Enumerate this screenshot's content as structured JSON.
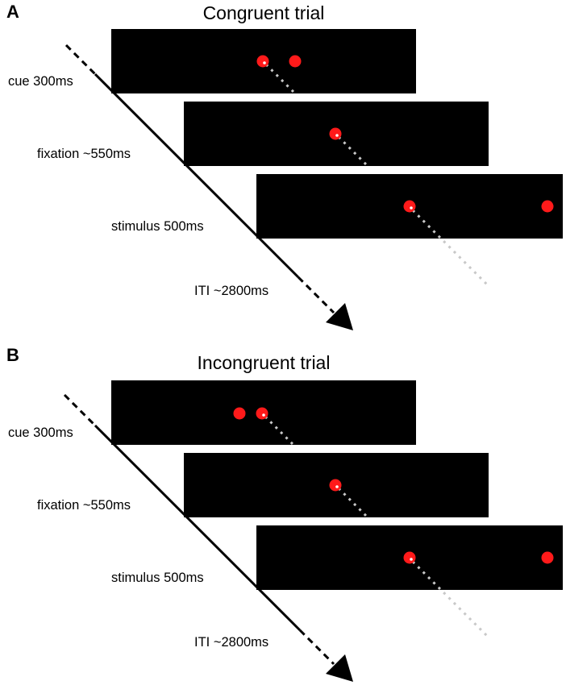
{
  "colors": {
    "background": "#ffffff",
    "screen": "#000000",
    "dot": "#ff1a1a",
    "dot_highlight": "#ffffff",
    "gaze_trace": "#c8c8c8",
    "text": "#000000"
  },
  "panels": [
    {
      "letter": "A",
      "title": "Congruent trial",
      "phases": [
        {
          "label": "cue 300ms"
        },
        {
          "label": "fixation ~550ms"
        },
        {
          "label": "stimulus 500ms"
        },
        {
          "label": "ITI ~2800ms"
        }
      ]
    },
    {
      "letter": "B",
      "title": "Incongruent trial",
      "phases": [
        {
          "label": "cue 300ms"
        },
        {
          "label": "fixation ~550ms"
        },
        {
          "label": "stimulus 500ms"
        },
        {
          "label": "ITI ~2800ms"
        }
      ]
    }
  ]
}
